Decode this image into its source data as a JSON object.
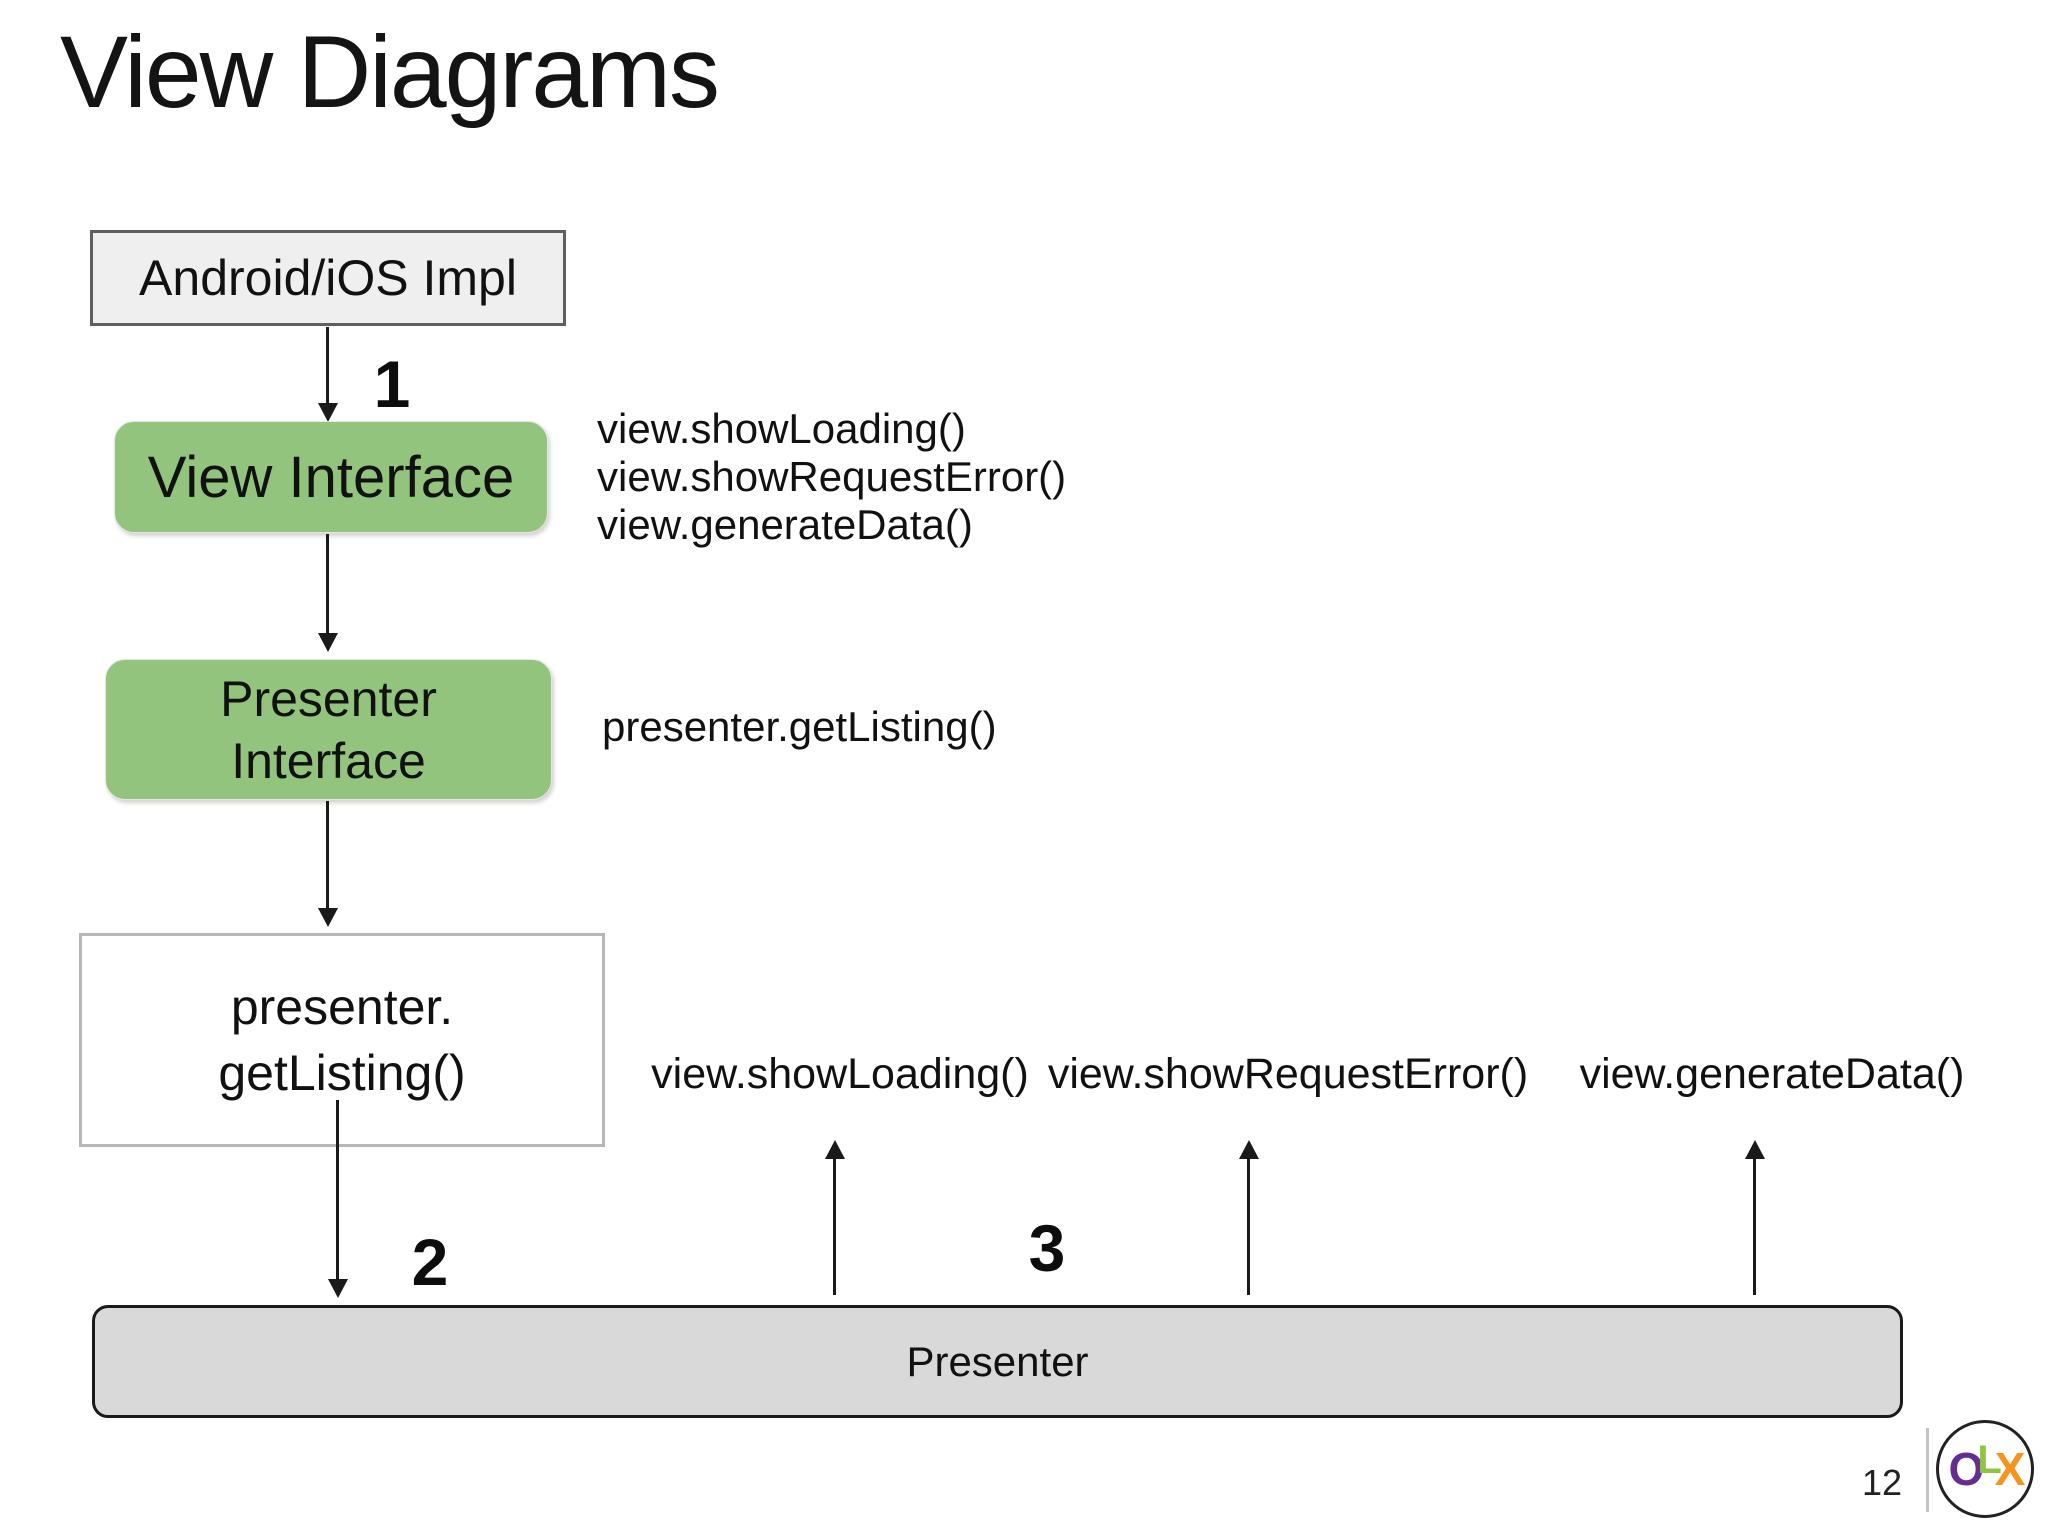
{
  "slide": {
    "title": "View Diagrams",
    "page_number": "12"
  },
  "steps": {
    "one": "1",
    "two": "2",
    "three": "3"
  },
  "nodes": {
    "android_impl": "Android/iOS Impl",
    "view_interface": "View Interface",
    "presenter_interface_line1": "Presenter",
    "presenter_interface_line2": "Interface",
    "get_listing_line1": "presenter.",
    "get_listing_line2": "getListing()",
    "presenter_bar": "Presenter"
  },
  "annotations": {
    "view_methods": [
      "view.showLoading()",
      "view.showRequestError()",
      "view.generateData()"
    ],
    "presenter_method": "presenter.getListing()",
    "callback_labels": [
      "view.showLoading()",
      "view.showRequestError()",
      "view.generateData()"
    ]
  },
  "colors": {
    "green_fill": "#93c47d",
    "android_fill": "#efefef",
    "android_border": "#5f5f5f",
    "white_box_border": "#b7b7b7",
    "bar_fill": "#d9d9d9",
    "bar_border": "#1a1a1a",
    "arrow_color": "#1a1a1a",
    "logo_o": "#652d90",
    "logo_l": "#8ec73f",
    "logo_x": "#f7941e"
  },
  "logo": {
    "letters": [
      {
        "char": "O"
      },
      {
        "char": "L"
      },
      {
        "char": "X"
      }
    ]
  }
}
